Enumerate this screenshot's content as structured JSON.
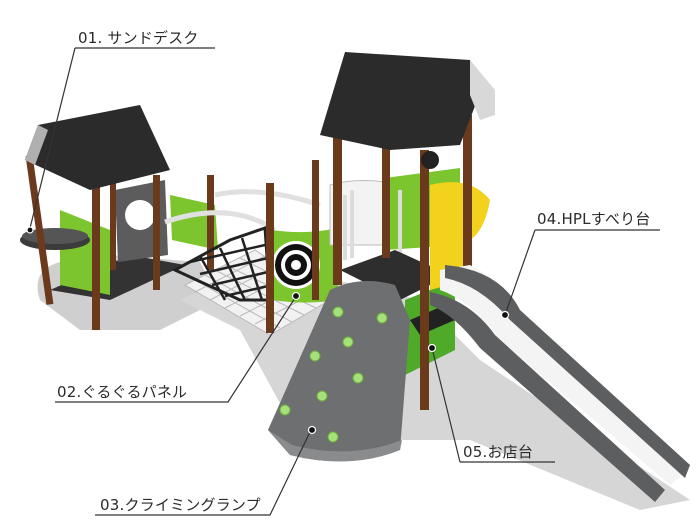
{
  "diagram": {
    "subject": "playground-structure",
    "colors": {
      "roof": "#2b2b2b",
      "roof_edge": "#d8d8d8",
      "post": "#6b3a1c",
      "panel_green": "#7cc52e",
      "panel_yellow": "#f2d21c",
      "deck": "#2e2e2e",
      "ramp": "#6e6f71",
      "slide": "#5d5e60",
      "shadow": "#c9c9c9",
      "grip": "#a6e07a",
      "net": "#222222",
      "rail": "#e6e6e6",
      "leader": "#333333"
    }
  },
  "callouts": [
    {
      "id": "01",
      "text": "01. サンドデスク"
    },
    {
      "id": "02",
      "text": "02.ぐるぐるパネル"
    },
    {
      "id": "03",
      "text": "03.クライミングランプ"
    },
    {
      "id": "04",
      "text": "04.HPLすべり台"
    },
    {
      "id": "05",
      "text": "05.お店台"
    }
  ]
}
